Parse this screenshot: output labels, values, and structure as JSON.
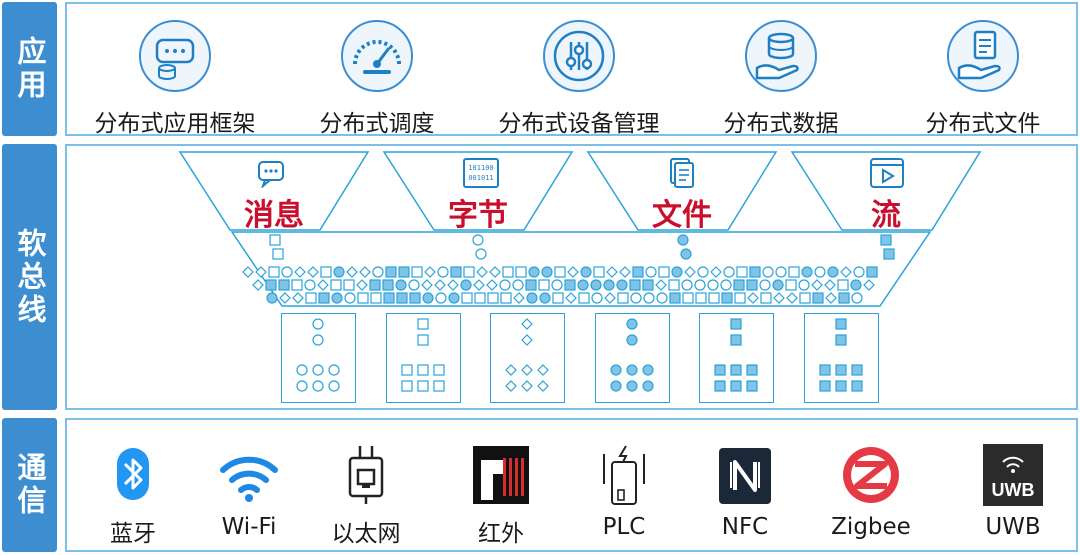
{
  "side_labels": {
    "app": "应用",
    "bus": "软总线",
    "comm": "通信"
  },
  "apps": [
    {
      "label": "分布式应用框架",
      "icon": "chat-database-icon"
    },
    {
      "label": "分布式调度",
      "icon": "speedometer-icon"
    },
    {
      "label": "分布式设备管理",
      "icon": "settings-sliders-icon"
    },
    {
      "label": "分布式数据",
      "icon": "database-hand-icon"
    },
    {
      "label": "分布式文件",
      "icon": "file-hand-icon"
    }
  ],
  "bus_types": [
    {
      "label": "消息",
      "icon": "message-icon"
    },
    {
      "label": "字节",
      "icon": "binary-icon",
      "icon_text": [
        "101100",
        "001011"
      ]
    },
    {
      "label": "文件",
      "icon": "document-icon"
    },
    {
      "label": "流",
      "icon": "video-stream-icon"
    }
  ],
  "comm": [
    {
      "label": "蓝牙",
      "icon": "bluetooth-icon"
    },
    {
      "label": "Wi-Fi",
      "icon": "wifi-icon"
    },
    {
      "label": "以太网",
      "icon": "ethernet-port-icon"
    },
    {
      "label": "红外",
      "icon": "infrared-icon"
    },
    {
      "label": "PLC",
      "icon": "plc-adapter-icon"
    },
    {
      "label": "NFC",
      "icon": "nfc-icon"
    },
    {
      "label": "Zigbee",
      "icon": "zigbee-icon"
    },
    {
      "label": "UWB",
      "icon": "uwb-icon",
      "icon_text": "UWB"
    }
  ],
  "colors": {
    "side": "#3d8ed0",
    "border": "#7cc0ea",
    "funnel": "#2ba3d8",
    "label_red": "#c8102e",
    "icon_blue": "#1f7fc4"
  }
}
